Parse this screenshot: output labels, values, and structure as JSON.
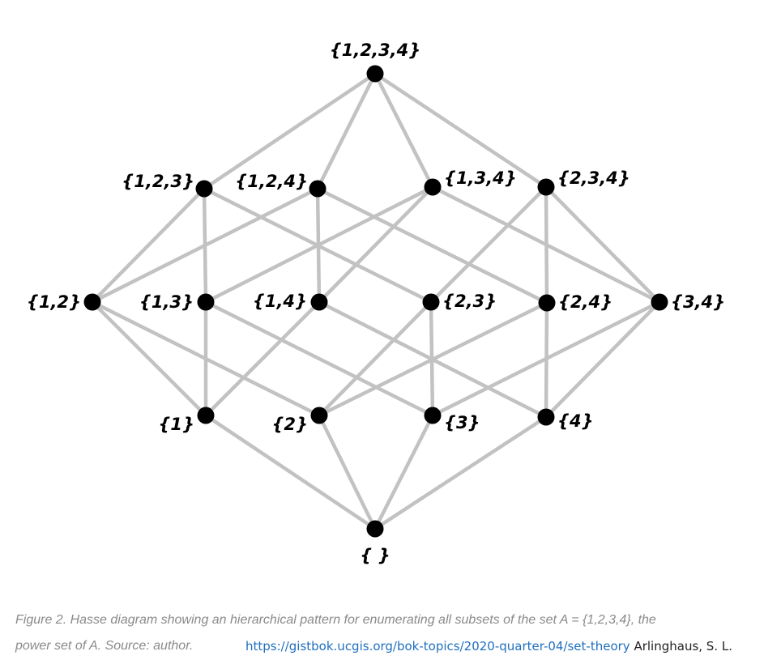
{
  "diagram": {
    "nodes": [
      {
        "id": "n1234",
        "label": "{1,2,3,4}"
      },
      {
        "id": "n123",
        "label": "{1,2,3}"
      },
      {
        "id": "n124",
        "label": "{1,2,4}"
      },
      {
        "id": "n134",
        "label": "{1,3,4}"
      },
      {
        "id": "n234",
        "label": "{2,3,4}"
      },
      {
        "id": "n12",
        "label": "{1,2}"
      },
      {
        "id": "n13",
        "label": "{1,3}"
      },
      {
        "id": "n14",
        "label": "{1,4}"
      },
      {
        "id": "n23",
        "label": "{2,3}"
      },
      {
        "id": "n24",
        "label": "{2,4}"
      },
      {
        "id": "n34",
        "label": "{3,4}"
      },
      {
        "id": "n1",
        "label": "{1}"
      },
      {
        "id": "n2",
        "label": "{2}"
      },
      {
        "id": "n3",
        "label": "{3}"
      },
      {
        "id": "n4",
        "label": "{4}"
      },
      {
        "id": "n0",
        "label": "{ }"
      }
    ],
    "edges": [
      [
        "n1234",
        "n123"
      ],
      [
        "n1234",
        "n124"
      ],
      [
        "n1234",
        "n134"
      ],
      [
        "n1234",
        "n234"
      ],
      [
        "n123",
        "n12"
      ],
      [
        "n123",
        "n13"
      ],
      [
        "n123",
        "n23"
      ],
      [
        "n124",
        "n12"
      ],
      [
        "n124",
        "n14"
      ],
      [
        "n124",
        "n24"
      ],
      [
        "n134",
        "n13"
      ],
      [
        "n134",
        "n14"
      ],
      [
        "n134",
        "n34"
      ],
      [
        "n234",
        "n23"
      ],
      [
        "n234",
        "n24"
      ],
      [
        "n234",
        "n34"
      ],
      [
        "n12",
        "n1"
      ],
      [
        "n12",
        "n2"
      ],
      [
        "n13",
        "n1"
      ],
      [
        "n13",
        "n3"
      ],
      [
        "n14",
        "n1"
      ],
      [
        "n14",
        "n4"
      ],
      [
        "n23",
        "n2"
      ],
      [
        "n23",
        "n3"
      ],
      [
        "n24",
        "n2"
      ],
      [
        "n24",
        "n4"
      ],
      [
        "n34",
        "n3"
      ],
      [
        "n34",
        "n4"
      ],
      [
        "n1",
        "n0"
      ],
      [
        "n2",
        "n0"
      ],
      [
        "n3",
        "n0"
      ],
      [
        "n4",
        "n0"
      ]
    ],
    "colors": {
      "edge": "#c2c2c2",
      "node": "#000000"
    }
  },
  "caption": {
    "line1": "Figure 2. Hasse diagram showing an hierarchical pattern for enumerating all subsets of the set A = {1,2,3,4}, the",
    "line2": "power set of A.  Source: author.",
    "link_text": "https://gistbok.ucgis.org/bok-topics/2020-quarter-04/set-theory",
    "author": "Arlinghaus, S. L."
  }
}
